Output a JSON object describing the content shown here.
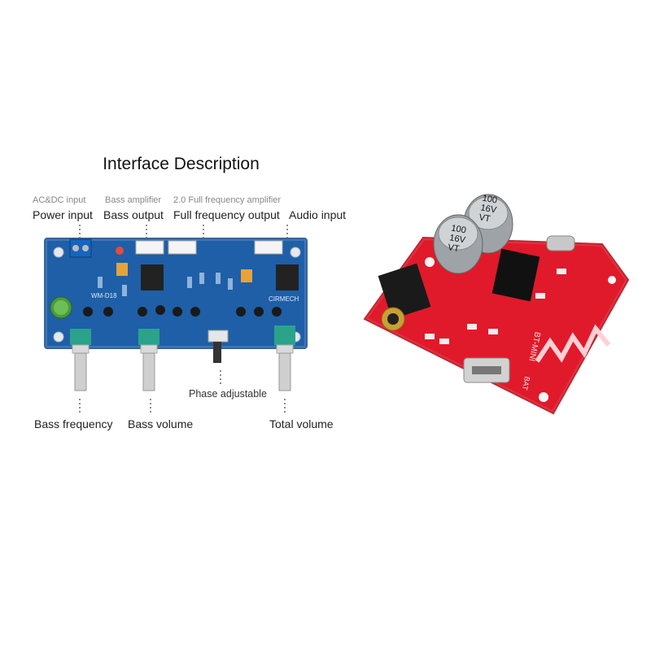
{
  "title": "Interface Description",
  "top_labels": {
    "power": {
      "small": "AC&DC input",
      "big": "Power input"
    },
    "bass_out": {
      "small": "Bass amplifier",
      "big": "Bass output"
    },
    "full_out": {
      "small": "2.0 Full frequency amplifier",
      "big": "Full frequency output"
    },
    "audio_in": {
      "small": "",
      "big": "Audio input"
    }
  },
  "bottom_labels": {
    "phase": "Phase adjustable",
    "bass_freq": "Bass frequency",
    "bass_vol": "Bass volume",
    "total_vol": "Total volume"
  },
  "blue_board": {
    "silkscreen": {
      "model": "WM-D18",
      "brand": "CIRMECH"
    }
  },
  "red_board": {
    "capacitors": [
      {
        "line1": "100",
        "line2": "16V",
        "line3": "VT"
      },
      {
        "line1": "100",
        "line2": "16V",
        "line3": "VT"
      }
    ],
    "silkscreen": {
      "model": "BT-MINI",
      "bat": "BAT"
    }
  },
  "colors": {
    "blue_board": "#1e5fa8",
    "red_board": "#e01a2a",
    "knob_green": "#2aa38a"
  }
}
